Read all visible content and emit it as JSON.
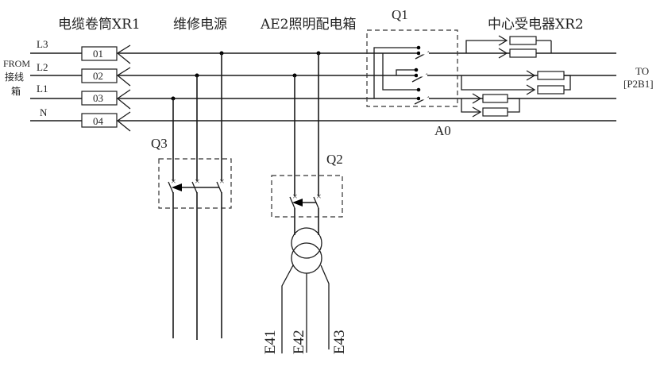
{
  "titles": {
    "xr1": "电缆卷筒XR1",
    "maintenance": "维修电源",
    "ae2": "AE2照明配电箱",
    "xr2": "中心受电器XR2"
  },
  "source": {
    "from": "FROM",
    "box_line1": "接线",
    "box_line2": "箱"
  },
  "destination": {
    "to": "TO",
    "ref": "[P2B1]"
  },
  "phases": [
    {
      "label": "L3",
      "terminal": "01"
    },
    {
      "label": "L2",
      "terminal": "02"
    },
    {
      "label": "L1",
      "terminal": "03"
    },
    {
      "label": "N",
      "terminal": "04"
    }
  ],
  "switches": {
    "q1": "Q1",
    "q2": "Q2",
    "q3": "Q3"
  },
  "ring_label": "A0",
  "transformer_outputs": [
    "E41",
    "E42",
    "E43"
  ]
}
